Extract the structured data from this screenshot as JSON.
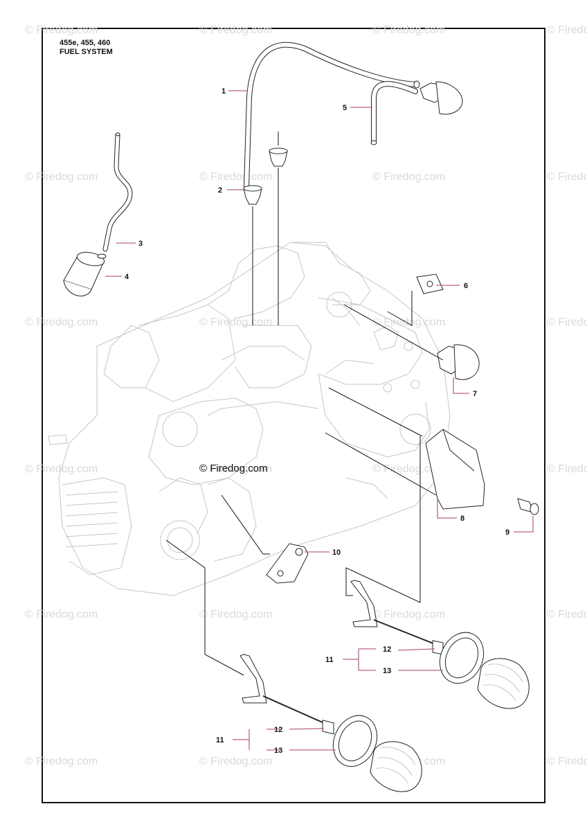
{
  "header": {
    "models": "455e, 455, 460",
    "section": "FUEL SYSTEM"
  },
  "watermark": {
    "text": "© Firedog.com",
    "center_text": "© Firedog.com",
    "color": "#d9d9d9"
  },
  "colors": {
    "leader_accent": "#b8608e",
    "outline": "#222222",
    "ghost_body": "#c6c6c6"
  },
  "callouts": [
    {
      "id": "1",
      "label": "1"
    },
    {
      "id": "2",
      "label": "2"
    },
    {
      "id": "3",
      "label": "3"
    },
    {
      "id": "4",
      "label": "4"
    },
    {
      "id": "5",
      "label": "5"
    },
    {
      "id": "6",
      "label": "6"
    },
    {
      "id": "7",
      "label": "7"
    },
    {
      "id": "8",
      "label": "8"
    },
    {
      "id": "9",
      "label": "9"
    },
    {
      "id": "10",
      "label": "10"
    },
    {
      "id": "11a",
      "label": "11"
    },
    {
      "id": "12a",
      "label": "12"
    },
    {
      "id": "13a",
      "label": "13"
    },
    {
      "id": "11b",
      "label": "11"
    },
    {
      "id": "12b",
      "label": "12"
    },
    {
      "id": "13b",
      "label": "13"
    }
  ]
}
